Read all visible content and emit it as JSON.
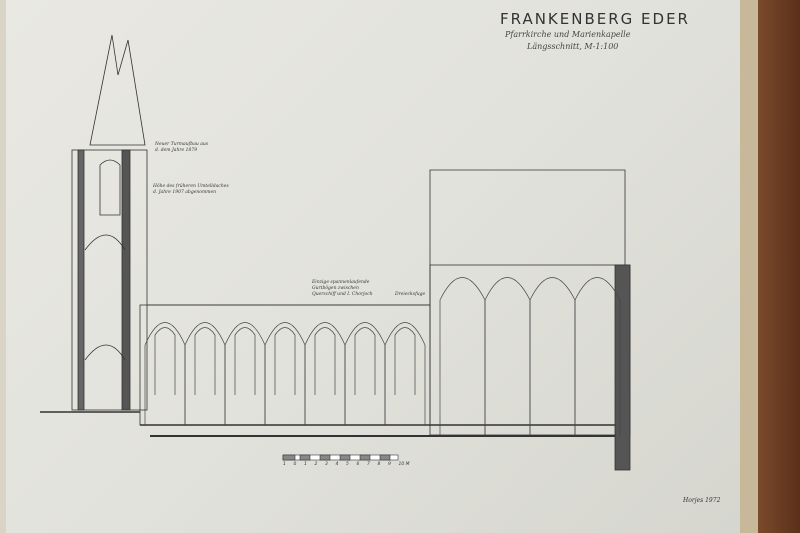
{
  "drawing": {
    "title": "FRANKENBERG EDER",
    "subtitle": "Pfarrkirche und Marienkapelle",
    "section": "Längsschnitt, M-1:100",
    "notes": [
      "Neuer Turmaufbau aus",
      "d. dem Jahre 1879",
      "Höhe des früheren Umtelldaches",
      "d. Jahre 1907 abgenommen",
      "Einzige spannenlaufende",
      "Gurtbögen zwischen",
      "Querschiff und I. Chorjoch",
      "Dreiecksfuge"
    ],
    "scale_labels": [
      "1",
      "0",
      "1",
      "2",
      "3",
      "4",
      "5",
      "6",
      "7",
      "8",
      "9",
      "10 M"
    ],
    "signature": "Horjes 1972"
  }
}
